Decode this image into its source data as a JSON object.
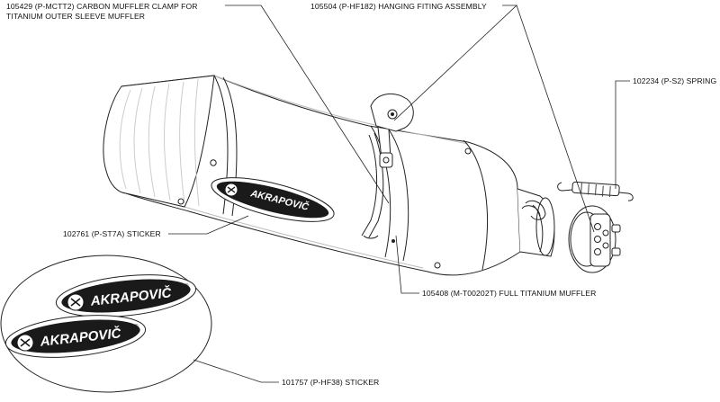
{
  "labels": {
    "clamp_line1": "105429 (P-MCTT2) CARBON MUFFLER CLAMP FOR",
    "clamp_line2": "TITANIUM OUTER SLEEVE MUFFLER",
    "hanging": "105504 (P-HF182) HANGING FITING ASSEMBLY",
    "spring": "102234 (P-S2) SPRING",
    "sticker_small": "102761 (P-ST7A) STICKER",
    "muffler": "105408 (M-T00202T) FULL TITANIUM MUFFLER",
    "sticker_sheet": "101757 (P-HF38) STICKER"
  },
  "brand": {
    "logo_text": "AKRAPOVIČ",
    "logo_mark": "®"
  },
  "colors": {
    "line": "#222222",
    "logo_fill": "#1a1a1a",
    "logo_text": "#ffffff",
    "background": "#ffffff"
  }
}
